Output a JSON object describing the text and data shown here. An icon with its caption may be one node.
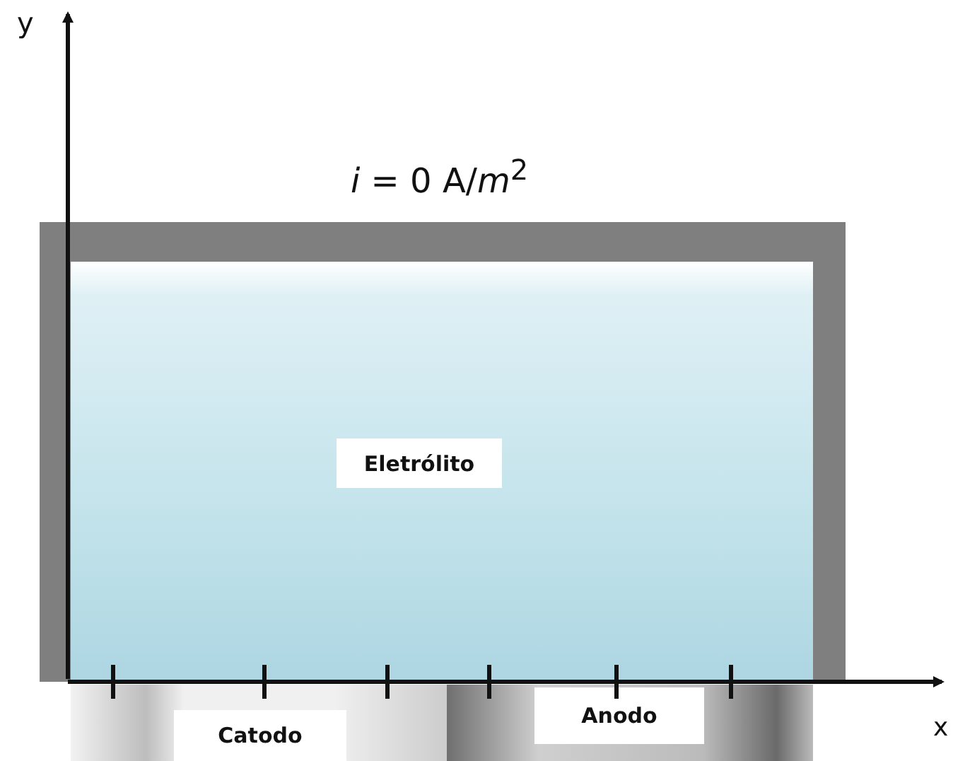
{
  "diagram": {
    "nodes": [
      {
        "text": [
          "Eletrólito"
        ]
      },
      {
        "text": [
          "Catodo"
        ]
      },
      {
        "text": [
          "Anodo"
        ]
      }
    ],
    "labels": [
      "y",
      "*i* = 0 A/*m*$^{2}$",
      "x"
    ]
  }
}
